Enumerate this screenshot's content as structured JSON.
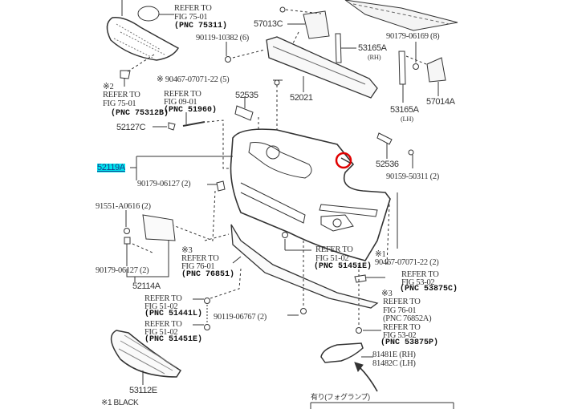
{
  "labels": {
    "grille_ref_1": "REFER TO",
    "grille_ref_2": "FIG 75-01",
    "grille_ref_3": "(PNC 75311)",
    "p90119_10382": "90119-10382 (6)",
    "p57013C": "57013C",
    "p90179_06169": "90179-06169 (8)",
    "p53165A_rh": "53165A",
    "rh_1": "(RH)",
    "note2_mark": "※2",
    "note2_ref_1": "REFER TO",
    "note2_ref_2": "FIG 75-01",
    "note2_ref_3": "(PNC 75312B)",
    "p90467_5": "※ 90467-07071-22 (5)",
    "ref0901_1": "REFER TO",
    "ref0901_2": "FIG 09-01",
    "ref0901_3": "(PNC 51960)",
    "p52535": "52535",
    "p52021": "52021",
    "p53165A_lh": "53165A",
    "lh_1": "(LH)",
    "p57014A": "57014A",
    "p52127C": "52127C",
    "p52119A": "52119A",
    "p90179_06127_a": "90179-06127 (2)",
    "p52536": "52536",
    "p90159_50311": "90159-50311 (2)",
    "p91551_A0616": "91551-A0616 (2)",
    "p90179_06127_b": "90179-06127 (2)",
    "p52114A": "52114A",
    "note3a_mark": "※3",
    "ref7601a_1": "REFER TO",
    "ref7601a_2": "FIG 76-01",
    "ref7601a_3": "(PNC 76851)",
    "ref5102a_1": "REFER TO",
    "ref5102a_2": "FIG 51-02",
    "ref5102a_3": "(PNC 51451E)",
    "note1_mark": "※1",
    "p90467_2": "90467-07071-22 (2)",
    "ref5302a_1": "REFER TO",
    "ref5302a_2": "FIG 53-02",
    "ref5302a_3": "(PNC 53875C)",
    "note3b_mark": "※3",
    "ref7601b_1": "REFER TO",
    "ref7601b_2": "FIG 76-01",
    "ref7601b_3": "(PNC 76852A)",
    "ref5302b_1": "REFER TO",
    "ref5302b_2": "FIG 53-02",
    "ref5302b_3": "(PNC 53875P)",
    "ref5102b_1": "REFER TO",
    "ref5102b_2": "FIG 51-02",
    "ref5102b_3": "(PNC 51441L)",
    "p90119_06767": "90119-06767 (2)",
    "ref5102c_1": "REFER TO",
    "ref5102c_2": "FIG 51-02",
    "ref5102c_3": "(PNC 51451E)",
    "p81481E": "81481E (RH)",
    "p81482C": "81482C (LH)",
    "p53112E": "53112E",
    "foglamp_note": "有り(フォグランプ)",
    "footnote_black": "※1 BLACK"
  },
  "highlight": {
    "part": "52119A",
    "color": "#00e5ee"
  },
  "marker": {
    "color": "#e00000",
    "shape": "circle"
  }
}
